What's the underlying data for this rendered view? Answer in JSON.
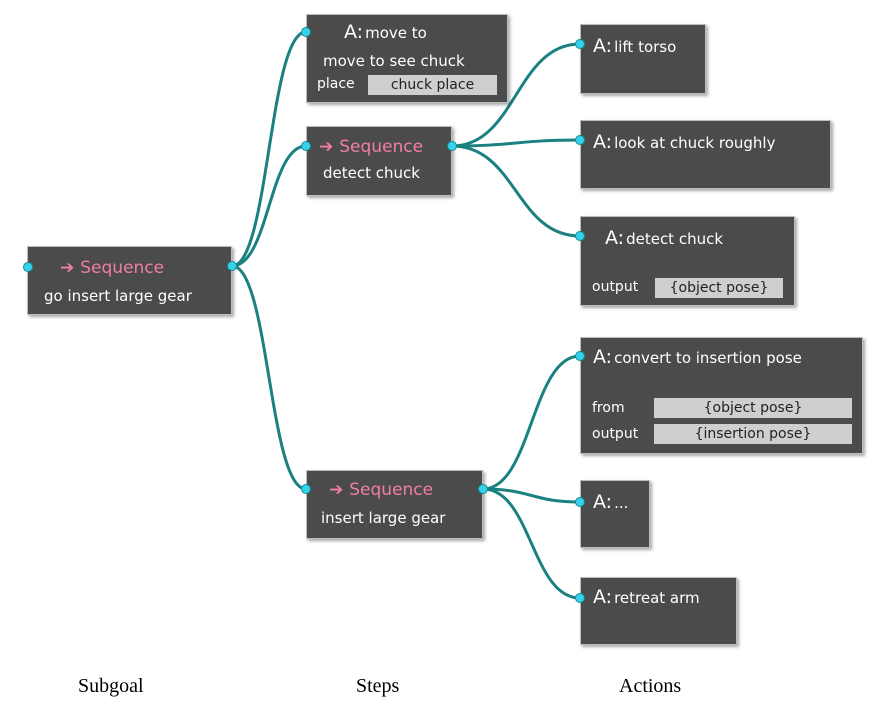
{
  "colors": {
    "node_bg": "#4b4b4b",
    "sequence_text": "#f07fa4",
    "wire": "#1a8080",
    "port": "#35d2ea",
    "param_bg": "#cfcfcf"
  },
  "sequence_prefix": "Sequence",
  "action_prefix": "A:",
  "subgoal": {
    "title": "Sequence",
    "name": "go insert large gear"
  },
  "steps": {
    "move_to": {
      "name": "move to",
      "description": "move to see chuck",
      "param_label": "place",
      "param_value": "chuck place"
    },
    "detect_chuck": {
      "name": "detect chuck"
    },
    "insert_large_gear": {
      "name": "insert large gear"
    }
  },
  "actions": {
    "lift_torso": {
      "name": "lift torso"
    },
    "look_at_chuck": {
      "name": "look at chuck roughly"
    },
    "detect_chuck": {
      "name": "detect chuck",
      "output_label": "output",
      "output_value": "{object pose}"
    },
    "convert_pose": {
      "name": "convert to insertion pose",
      "from_label": "from",
      "from_value": "{object pose}",
      "output_label": "output",
      "output_value": "{insertion pose}"
    },
    "ellipsis": {
      "name": "..."
    },
    "retreat_arm": {
      "name": "retreat arm"
    }
  },
  "column_labels": {
    "subgoal": "Subgoal",
    "steps": "Steps",
    "actions": "Actions"
  }
}
